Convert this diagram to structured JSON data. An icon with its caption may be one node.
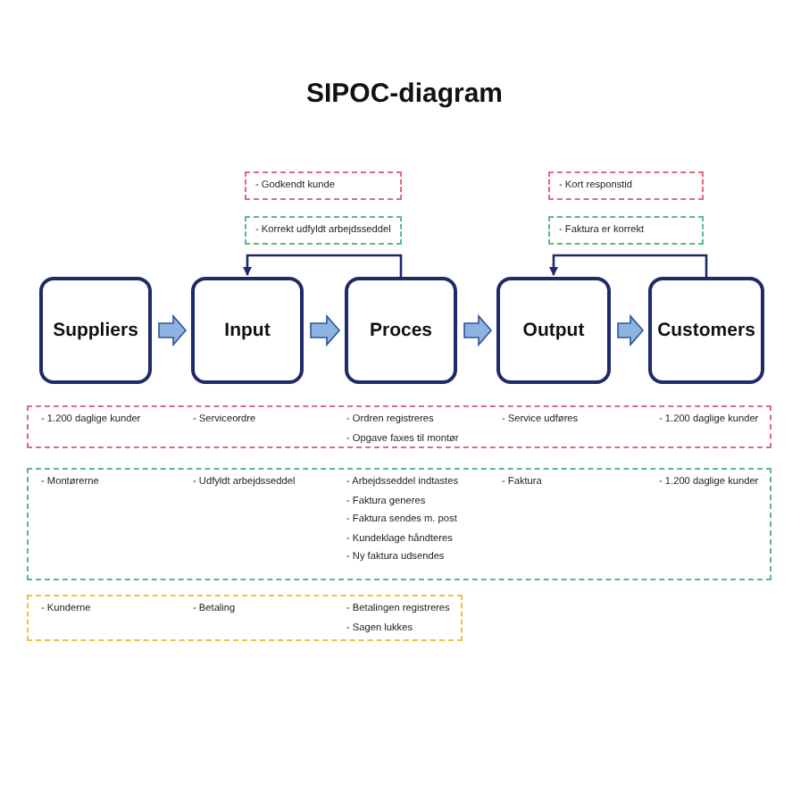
{
  "diagram": {
    "title": "SIPOC-diagram",
    "nodes": [
      {
        "text": [
          "- Godkendt kunde"
        ]
      },
      {
        "text": [
          "- Kort responstid"
        ]
      },
      {
        "text": [
          "- Korrekt udfyldt arbejdsseddel"
        ]
      },
      {
        "text": [
          "- Faktura er korrekt"
        ]
      },
      {
        "text": [
          "Suppliers"
        ]
      },
      {
        "text": [
          "Input"
        ]
      },
      {
        "text": [
          "Proces"
        ]
      },
      {
        "text": [
          "Output"
        ]
      },
      {
        "text": [
          "Customers"
        ]
      },
      {
        "text": [
          "- 1.200 daglige kunder",
          "- Serviceordre",
          "- Ordren registreres",
          "- Opgave faxes til montør",
          "- Service udføres",
          "- 1.200 daglige kunder"
        ]
      },
      {
        "text": [
          "- Montørerne",
          "- Udfyldt arbejdsseddel",
          "- Arbejdsseddel indtastes",
          "- Faktura generes",
          "- Faktura sendes m. post",
          "- Kundeklage håndteres",
          "- Ny faktura udsendes",
          "- Faktura",
          "- 1.200 daglige kunder"
        ]
      },
      {
        "text": [
          "- Kunderne",
          "- Betaling",
          "- Betalingen registreres",
          "- Sagen lukkes"
        ]
      }
    ],
    "edges": [
      {
        "from": 4,
        "to": 5,
        "arrow": "to"
      },
      {
        "from": 5,
        "to": 6,
        "arrow": "to"
      },
      {
        "from": 6,
        "to": 7,
        "arrow": "to"
      },
      {
        "from": 7,
        "to": 8,
        "arrow": "to"
      },
      {
        "from": 6,
        "to": 5,
        "arrow": "to"
      },
      {
        "from": 8,
        "to": 7,
        "arrow": "to"
      }
    ]
  }
}
